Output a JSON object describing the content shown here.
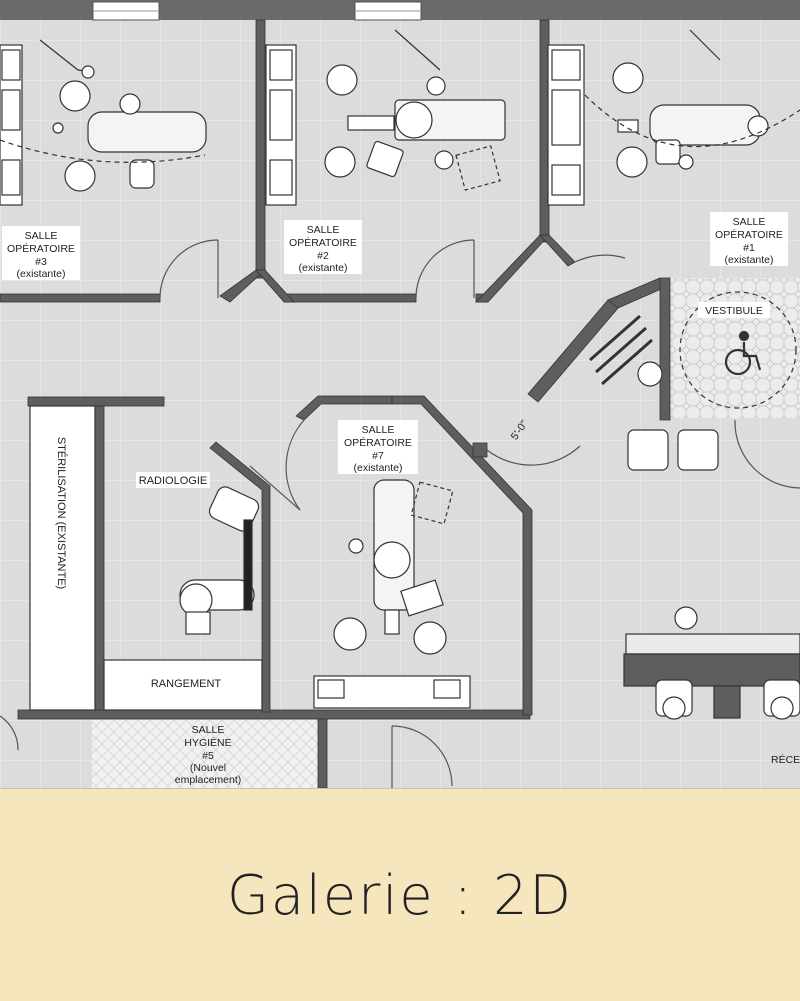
{
  "rooms": {
    "op3": [
      "SALLE",
      "OPÉRATOIRE",
      "#3",
      "(existante)"
    ],
    "op2": [
      "SALLE",
      "OPÉRATOIRE",
      "#2",
      "(existante)"
    ],
    "op1": [
      "SALLE",
      "OPÉRATOIRE",
      "#1",
      "(existante)"
    ],
    "op7": [
      "SALLE",
      "OPÉRATOIRE",
      "#7",
      "(existante)"
    ],
    "vestibule": "VESTIBULE",
    "radiologie": "RADIOLOGIE",
    "sterilisation": "STÉRILISATION (EXISTANTE)",
    "rangement": "RANGEMENT",
    "hygiene": [
      "SALLE",
      "HYGIÈNE",
      "#5",
      "(Nouvel",
      "emplacement)"
    ],
    "reception": "RÉCE"
  },
  "dimension_label": "5'-0\"",
  "caption": "Galerie : 2D",
  "colors": {
    "floor": "#dcdcdc",
    "wall": "#5e5e5e",
    "caption_bg": "#f5e6bd"
  }
}
